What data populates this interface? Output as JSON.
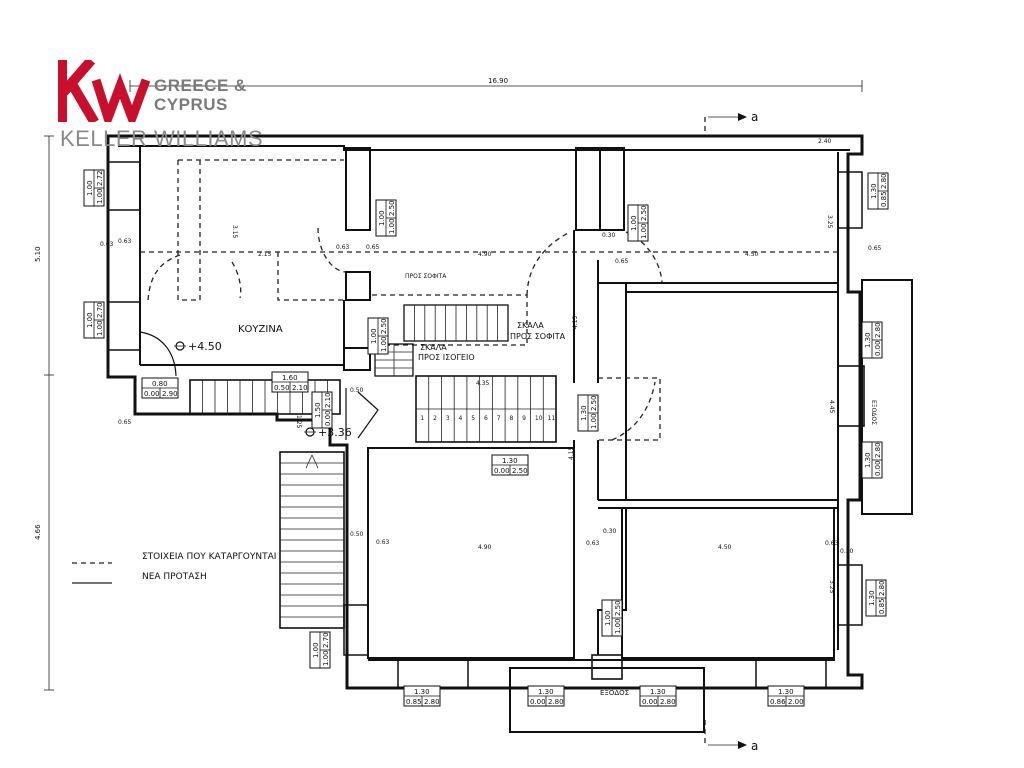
{
  "logo": {
    "mark": "kw",
    "region": [
      "GREECE &",
      "CYPRUS"
    ],
    "brand": "KELLER WILLIAMS",
    "mark_color": "#c8102e",
    "text_color": "#808080"
  },
  "section_marker": "a",
  "room_labels": {
    "kitchen": "ΚΟΥΖΙΝΑ",
    "stair_up": [
      "ΣΚΑΛΑ",
      "ΠΡΟΣ ΣΟΦΙΤΑ"
    ],
    "stair_down": [
      "ΣΚΑΛΑ",
      "ΠΡΟΣ ΙΣΟΓΕΙΟ"
    ],
    "attic_stair_dash": "ΠΡΟΣ ΣΟΦΙΤΑ",
    "exit_right": "ΕΞΟΔΟΣ",
    "exit_bottom": "ΕΞΟΔΟΣ"
  },
  "levels": {
    "kitchen_level": "+4.50",
    "stair_level": "+3.36"
  },
  "dimensions": {
    "overall_width": "16.90",
    "left_total": "5.10",
    "left_lower": "4.66",
    "top_mid": "4.90",
    "top_right": "4.50",
    "bottom_mid": "4.90",
    "bottom_right": "4.50",
    "wall_a": "0.63",
    "wall_b": "0.65",
    "wall_c": "0.30",
    "wall_d": "0.30",
    "kitchen_w": "2.15",
    "kitchen_h": "3.15",
    "room_h": "4.15",
    "stair_w": "4.35",
    "stair_len": "1.25",
    "stair_land": "0.50",
    "right_h": "4.45",
    "side_1": "3.25",
    "side_2": "2.40"
  },
  "stair_steps": [
    "1",
    "2",
    "3",
    "4",
    "5",
    "6",
    "7",
    "8",
    "9",
    "10",
    "11"
  ],
  "openings": [
    {
      "id": "w-left-top",
      "w": "1.00",
      "a": "1.00",
      "b": "2.72"
    },
    {
      "id": "w-left-mid",
      "w": "1.00",
      "a": "1.00",
      "b": "2.70"
    },
    {
      "id": "w-top-mid",
      "w": "1.00",
      "a": "1.00",
      "b": "2.50"
    },
    {
      "id": "w-top-right",
      "w": "1.00",
      "a": "1.00",
      "b": "2.50"
    },
    {
      "id": "w-right-top",
      "w": "1.30",
      "a": "0.85",
      "b": "2.80"
    },
    {
      "id": "w-kitchen-door",
      "w": "1.00",
      "a": "1.00",
      "b": "2.50"
    },
    {
      "id": "w-kitchen-sill",
      "w": "1.60",
      "a": "0.50",
      "b": "2.10"
    },
    {
      "id": "w-lower-left",
      "w": "0.80",
      "a": "0.00",
      "b": "2.90"
    },
    {
      "id": "w-stair",
      "w": "1.50",
      "a": "0.00",
      "b": "2.10"
    },
    {
      "id": "w-hall-right",
      "w": "1.30",
      "a": "1.00",
      "b": "2.50"
    },
    {
      "id": "w-mid-room",
      "w": "1.30",
      "a": "0.00",
      "b": "2.50"
    },
    {
      "id": "w-right-balc-1",
      "w": "1.30",
      "a": "0.00",
      "b": "2.80"
    },
    {
      "id": "w-right-balc-2",
      "w": "1.30",
      "a": "0.00",
      "b": "2.80"
    },
    {
      "id": "w-bottom-door",
      "w": "1.00",
      "a": "1.00",
      "b": "2.50"
    },
    {
      "id": "w-left-bottom",
      "w": "1.00",
      "a": "1.00",
      "b": "2.70"
    },
    {
      "id": "w-right-low",
      "w": "1.30",
      "a": "0.85",
      "b": "2.80"
    },
    {
      "id": "w-bottom-1",
      "w": "1.30",
      "a": "0.85",
      "b": "2.80"
    },
    {
      "id": "w-bottom-2",
      "w": "1.30",
      "a": "0.00",
      "b": "2.80"
    },
    {
      "id": "w-bottom-3",
      "w": "1.30",
      "a": "0.00",
      "b": "2.80"
    },
    {
      "id": "w-bottom-4",
      "w": "1.30",
      "a": "0.86",
      "b": "2.00"
    }
  ],
  "legend": [
    {
      "style": "dashed",
      "label": "ΣΤΟΙΧΕΙΑ ΠΟΥ ΚΑΤΑΡΓΟΥΝΤΑΙ"
    },
    {
      "style": "solid",
      "label": "ΝΕΑ ΠΡΟΤΑΣΗ"
    }
  ]
}
